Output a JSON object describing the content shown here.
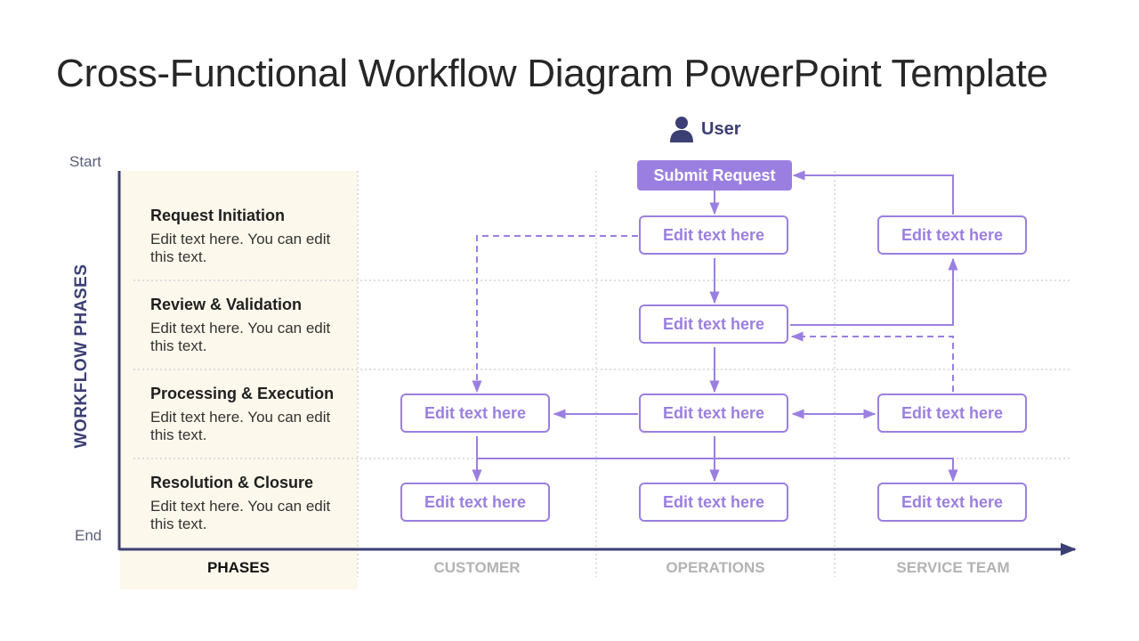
{
  "title": "Cross-Functional Workflow Diagram PowerPoint Template",
  "axis": {
    "start": "Start",
    "end": "End",
    "vertical_label": "WORKFLOW PHASES"
  },
  "phases": [
    {
      "title": "Request Initiation",
      "desc": "Edit text here. You can edit this text."
    },
    {
      "title": "Review & Validation",
      "desc": "Edit text here. You can edit this text."
    },
    {
      "title": "Processing & Execution",
      "desc": "Edit text here. You can edit this text."
    },
    {
      "title": "Resolution & Closure",
      "desc": "Edit text here. You can edit this text."
    }
  ],
  "columns": {
    "phases": "PHASES",
    "customer": "CUSTOMER",
    "operations": "OPERATIONS",
    "service_team": "SERVICE TEAM"
  },
  "user": {
    "label": "User",
    "icon": "user-icon"
  },
  "nodes": {
    "submit": "Submit Request",
    "ops_initiation": "Edit text here",
    "service_initiation": "Edit text here",
    "ops_review": "Edit text here",
    "customer_processing": "Edit text here",
    "ops_processing": "Edit text here",
    "service_processing": "Edit text here",
    "customer_closure": "Edit text here",
    "ops_closure": "Edit text here",
    "service_closure": "Edit text here"
  },
  "colors": {
    "accent": "#9b7fe0",
    "navy": "#3b3f74",
    "phase_background": "#fdf8ec"
  }
}
